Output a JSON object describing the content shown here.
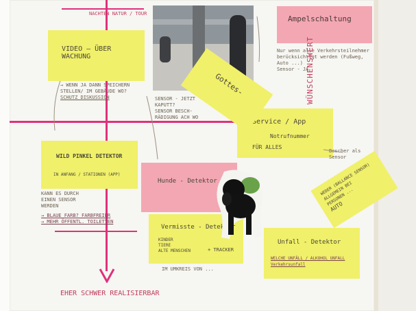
{
  "top_note": "NACHTEN NATUR / TOUR",
  "notes": {
    "video": "VIDEO – ÜBER WACHUNG",
    "video_notes": [
      "→ WENN JA DANN SPEICHERN",
      "STELLEN/ IM GEBÄUDE WO?",
      "SCHUTZ DISKUSSION"
    ],
    "gotteis": "Gottes-",
    "service": "Service / App",
    "service_sub": "Notrufnummer",
    "service_all": "FÜR ALLES",
    "service_extra": "Bescher als Sensor",
    "ampel": "Ampelschaltung",
    "ampel_notes": [
      "Nur wenn alle Verkehrsteilnehmer",
      "berücksichtigt werden (Fußweg,",
      "Auto ...)",
      "Sensor - JA"
    ],
    "wunsch": "WÜNSCHENSWERT",
    "wildpinkel": "WILD PINKEL DETEKTOR",
    "wildpinkel_sub": "IN ANFANG / STATIONEN (APP)",
    "wild_notes": [
      "KANN ES DURCH",
      "EINEN SENSOR",
      "WERDEN"
    ],
    "bessere": [
      "→ BLAUE FARB? FARBFREIER",
      "→ MEHR ÖFFENTL. TOILETTEN"
    ],
    "sensor_notes": [
      "SENSOR - JETZT",
      "KAPUTT?",
      "SENSOR BESCH-",
      "RÄDIGUNG ACH WO"
    ],
    "hunde": "Hunde - Detektor",
    "vermisst": "Vermisste - Detektor",
    "vermisst_sub": "+ TRACKER",
    "vermisst_left": [
      "KINDER",
      "TIERE",
      "ALTE MENSCHEN"
    ],
    "unfall": "Unfall - Detektor",
    "unfall_sub": [
      "WELCHE UNFÄLL / ALKOHOL UNFALL",
      "Verkehrsunfall"
    ],
    "umkreis": "IM UMKREIS VON ...",
    "diagonal_note": [
      "WEDER (BALLANCE SENSOR)",
      "ALLGEMEIN BEI",
      "PERSONEN ...",
      "AUTO"
    ],
    "bottom": "EHER SCHWER REALISIERBAR"
  }
}
